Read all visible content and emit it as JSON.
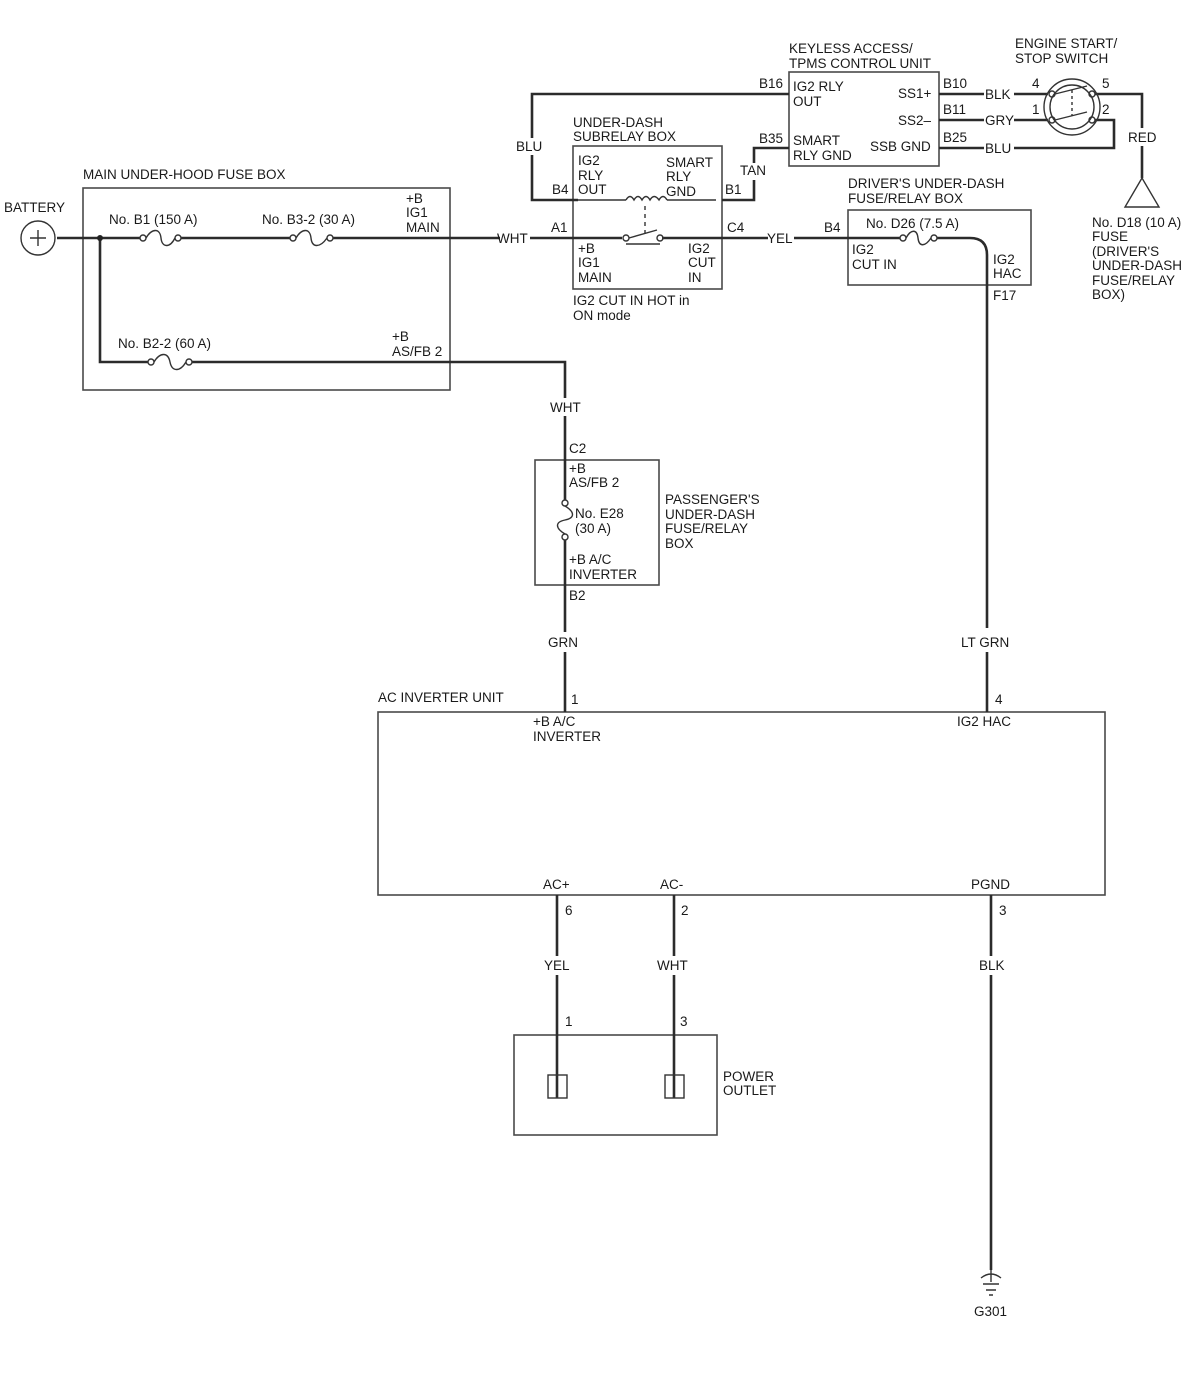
{
  "labels": {
    "battery": "BATTERY",
    "main_fuse_box": "MAIN UNDER-HOOD FUSE BOX",
    "fuse_b1": "No. B1 (150 A)",
    "fuse_b3_2": "No. B3-2 (30 A)",
    "fuse_b2_2": "No. B2-2 (60 A)",
    "ig1_main_1": "+B",
    "ig1_main_2": "IG1",
    "ig1_main_3": "MAIN",
    "asfb2_1": "+B",
    "asfb2_2": "AS/FB 2",
    "keyless_1": "KEYLESS ACCESS/",
    "keyless_2": "TPMS CONTROL UNIT",
    "ig2_rly_out_1": "IG2 RLY",
    "ig2_rly_out_2": "OUT",
    "smart_rly_gnd_1": "SMART",
    "smart_rly_gnd_2": "RLY GND",
    "ss1": "SS1+",
    "ss2": "SS2–",
    "ssb_gnd": "SSB GND",
    "engine_switch_1": "ENGINE START/",
    "engine_switch_2": "STOP SWITCH",
    "subrelay_1": "UNDER-DASH",
    "subrelay_2": "SUBRELAY BOX",
    "sr_ig2_1": "IG2",
    "sr_ig2_2": "RLY",
    "sr_ig2_3": "OUT",
    "sr_smart_1": "SMART",
    "sr_smart_2": "RLY",
    "sr_smart_3": "GND",
    "sr_ig1_1": "+B",
    "sr_ig1_2": "IG1",
    "sr_ig1_3": "MAIN",
    "sr_cut_1": "IG2",
    "sr_cut_2": "CUT",
    "sr_cut_3": "IN",
    "ig2_note_1": "IG2 CUT IN HOT in",
    "ig2_note_2": "ON mode",
    "driver_box_1": "DRIVER'S UNDER-DASH",
    "driver_box_2": "FUSE/RELAY BOX",
    "fuse_d26": "No. D26 (7.5 A)",
    "d_cut_1": "IG2",
    "d_cut_2": "CUT IN",
    "d_hac_1": "IG2",
    "d_hac_2": "HAC",
    "d18_1": "No. D18 (10 A)",
    "d18_2": "FUSE",
    "d18_3": "(DRIVER'S",
    "d18_4": "UNDER-DASH",
    "d18_5": "FUSE/RELAY",
    "d18_6": "BOX)",
    "pass_box_1": "PASSENGER'S",
    "pass_box_2": "UNDER-DASH",
    "pass_box_3": "FUSE/RELAY",
    "pass_box_4": "BOX",
    "p_asfb_1": "+B",
    "p_asfb_2": "AS/FB 2",
    "fuse_e28_1": "No. E28",
    "fuse_e28_2": "(30 A)",
    "p_inv_1": "+B A/C",
    "p_inv_2": "INVERTER",
    "ac_unit": "AC INVERTER UNIT",
    "ac_inv_1": "+B A/C",
    "ac_inv_2": "INVERTER",
    "ac_hac": "IG2 HAC",
    "ac_plus": "AC+",
    "ac_minus": "AC-",
    "pgnd": "PGND",
    "outlet_1": "POWER",
    "outlet_2": "OUTLET",
    "ground": "G301"
  },
  "wires": {
    "wht_main": "WHT",
    "yel_c4": "YEL",
    "blu_b16": "BLU",
    "tan_b35": "TAN",
    "blk_b10": "BLK",
    "gry_b11": "GRY",
    "blu_b25": "BLU",
    "red_switch": "RED",
    "wht_c2": "WHT",
    "grn_b2": "GRN",
    "ltgrn_f17": "LT GRN",
    "yel_ac": "YEL",
    "wht_ac": "WHT",
    "blk_pgnd": "BLK"
  },
  "pins": {
    "a1": "A1",
    "c4": "C4",
    "b4_sub": "B4",
    "b1_sub": "B1",
    "b16": "B16",
    "b35": "B35",
    "b10": "B10",
    "b11": "B11",
    "b25": "B25",
    "sw4": "4",
    "sw5": "5",
    "sw1": "1",
    "sw2": "2",
    "b4_drv": "B4",
    "f17": "F17",
    "c2": "C2",
    "b2": "B2",
    "ac1": "1",
    "ac4": "4",
    "ac6": "6",
    "ac2": "2",
    "ac3": "3",
    "out1": "1",
    "out3": "3"
  }
}
